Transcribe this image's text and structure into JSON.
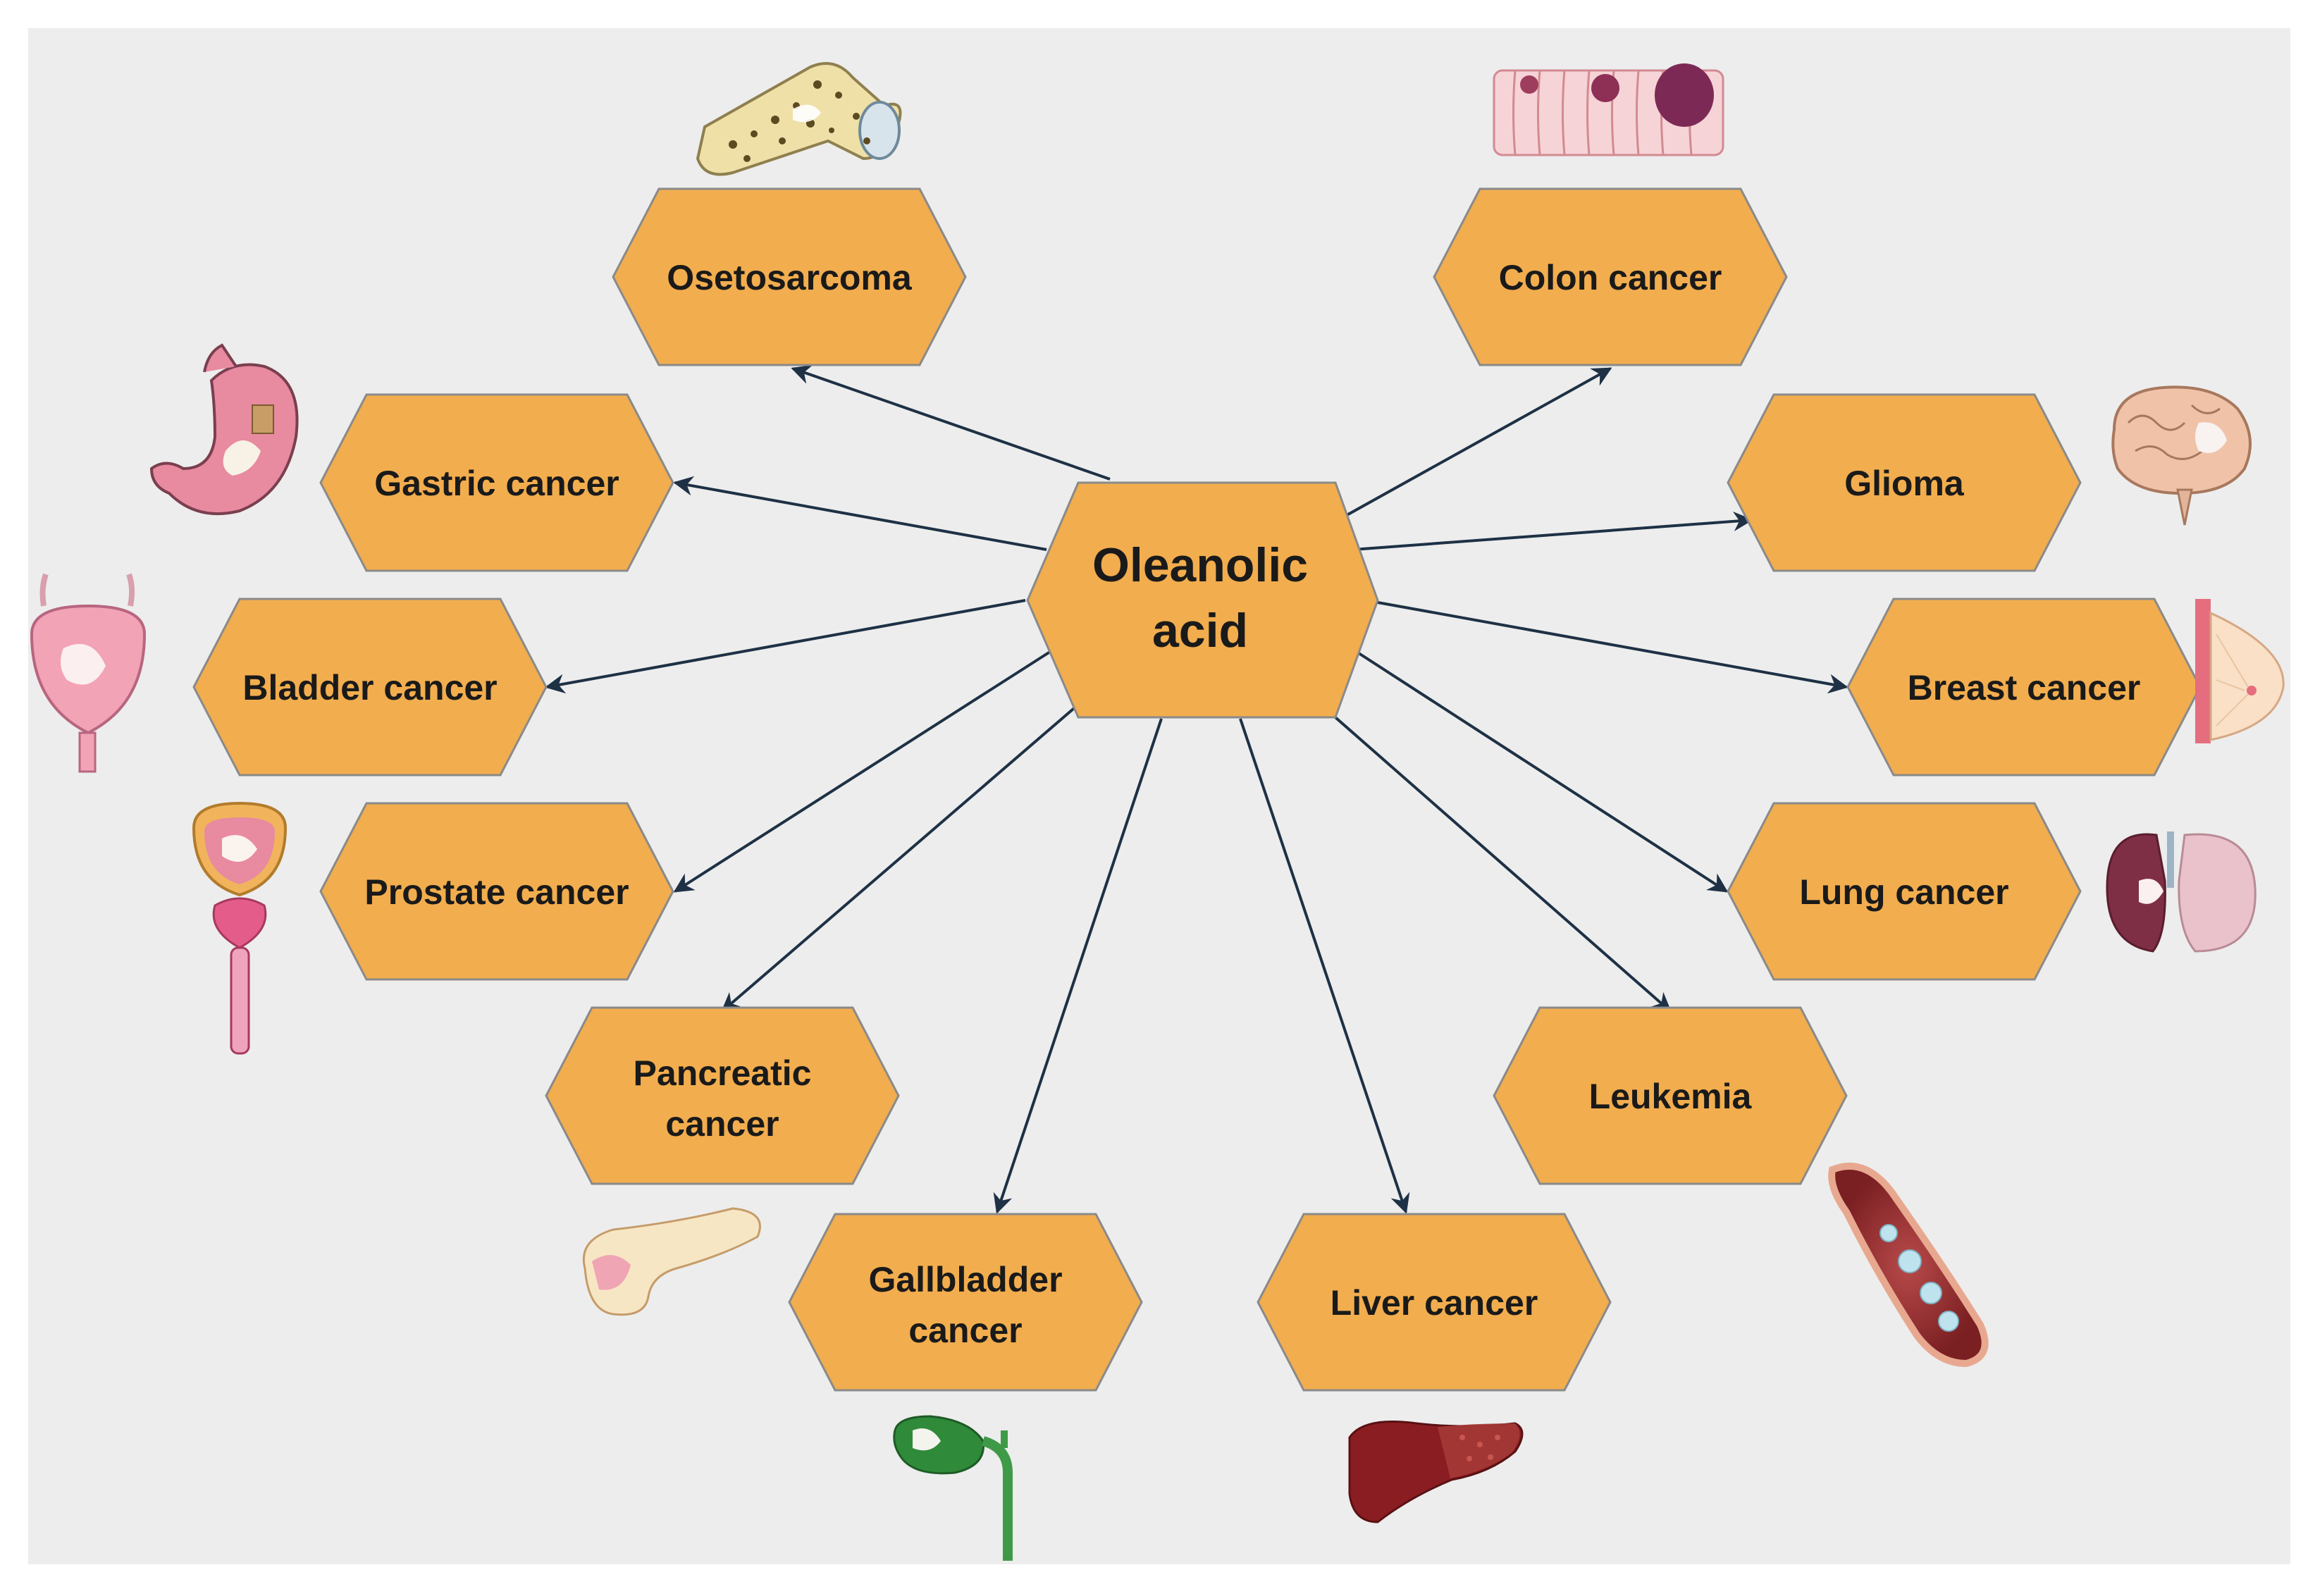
{
  "center": {
    "line1": "Oleanolic",
    "line2": "acid"
  },
  "nodes": {
    "osteosarcoma": {
      "label": "Osetosarcoma"
    },
    "colon": {
      "label": "Colon cancer"
    },
    "gastric": {
      "label": "Gastric cancer"
    },
    "glioma": {
      "label": "Glioma"
    },
    "bladder": {
      "label": "Bladder cancer"
    },
    "breast": {
      "label": "Breast cancer"
    },
    "prostate": {
      "label": "Prostate cancer"
    },
    "lung": {
      "label": "Lung cancer"
    },
    "pancreatic": {
      "line1": "Pancreatic",
      "line2": "cancer"
    },
    "leukemia": {
      "label": "Leukemia"
    },
    "gallbladder": {
      "line1": "Gallbladder",
      "line2": "cancer"
    },
    "liver": {
      "label": "Liver cancer"
    }
  },
  "colors": {
    "hex_fill": "#F2AD4E",
    "hex_stroke": "#8A8A8A",
    "arrow": "#1E3145",
    "background_panel": "#EDEDED"
  }
}
